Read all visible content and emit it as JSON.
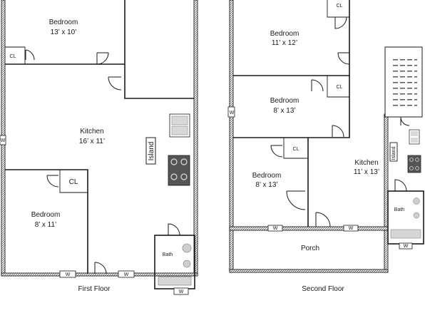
{
  "first_floor": {
    "caption": "First Floor",
    "bedroom_top": {
      "name": "Bedroom",
      "size": "13’ x 10’"
    },
    "closet_top": "CL",
    "kitchen": {
      "name": "Kitchen",
      "size": "16’ x 11’"
    },
    "island": "Island",
    "closet_mid": "CL",
    "bedroom_bottom": {
      "name": "Bedroom",
      "size": "8’ x 11’"
    },
    "bath": "Bath",
    "window_marks": [
      "W",
      "W",
      "W",
      "W"
    ]
  },
  "second_floor": {
    "caption": "Second Floor",
    "closet_top": "CL",
    "bedroom_a": {
      "name": "Bedroom",
      "size": "11’ x 12’"
    },
    "closet_b": "CL",
    "bedroom_b": {
      "name": "Bedroom",
      "size": "8’ x 13’"
    },
    "closet_c": "CL",
    "bedroom_c": {
      "name": "Bedroom",
      "size": "8’ x 13’"
    },
    "kitchen": {
      "name": "Kitchen",
      "size": "11’ x 13’"
    },
    "island": "Island",
    "bath": "Bath",
    "porch": "Porch",
    "window_marks": [
      "W",
      "W",
      "W",
      "W"
    ]
  }
}
